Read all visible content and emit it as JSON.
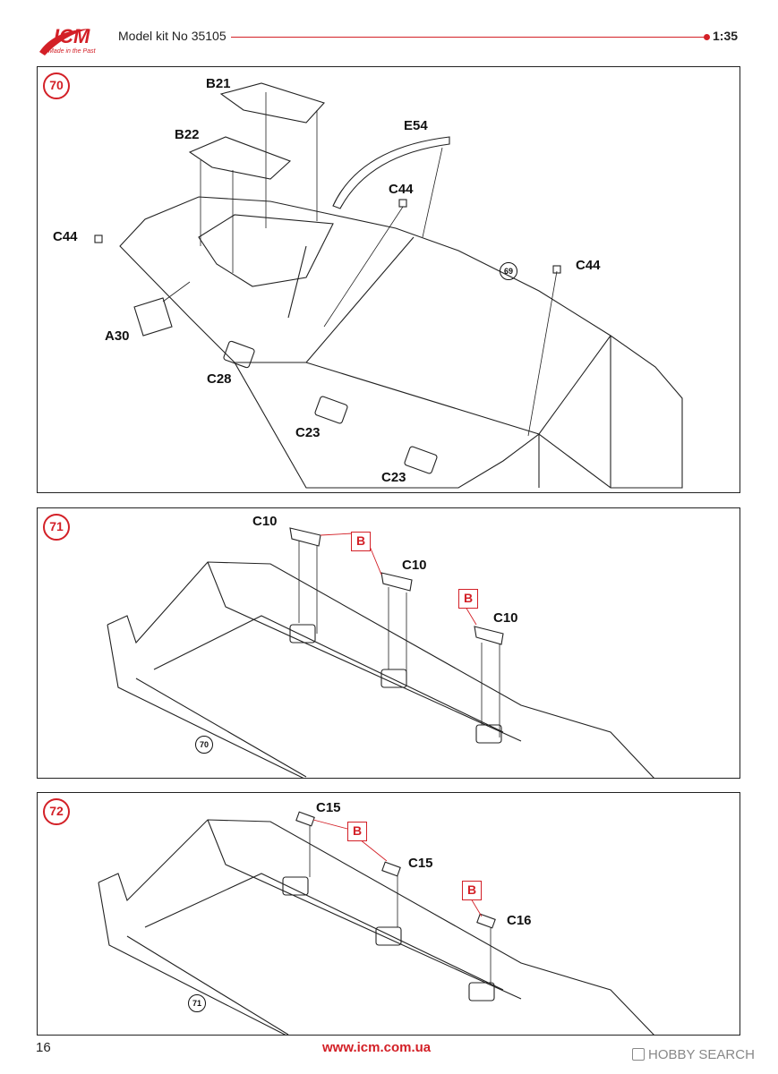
{
  "header": {
    "logo_text": "ICM",
    "logo_tagline": "Made in the Past",
    "kit_title": "Model kit No 35105",
    "scale": "1:35",
    "accent_color": "#d32027"
  },
  "steps": [
    {
      "number": "70",
      "labels": {
        "b21": "B21",
        "b22": "B22",
        "e54": "E54",
        "c44_top": "C44",
        "c44_left": "C44",
        "c44_right": "C44",
        "a30": "A30",
        "c28": "C28",
        "c23_mid": "C23",
        "c23_low": "C23"
      },
      "ref_step": "69"
    },
    {
      "number": "71",
      "labels": {
        "c10_a": "C10",
        "c10_b": "C10",
        "c10_c": "C10"
      },
      "b_markers": [
        "B",
        "B"
      ],
      "ref_step": "70"
    },
    {
      "number": "72",
      "labels": {
        "c15_a": "C15",
        "c15_b": "C15",
        "c16": "C16"
      },
      "b_markers": [
        "B",
        "B"
      ],
      "ref_step": "71"
    }
  ],
  "footer": {
    "page_number": "16",
    "url": "www.icm.com.ua",
    "watermark": "HOBBY SEARCH"
  }
}
